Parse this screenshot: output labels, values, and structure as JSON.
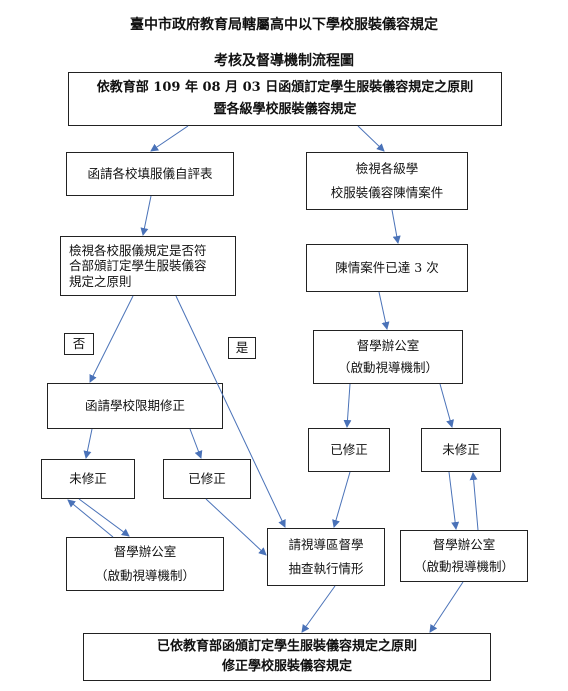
{
  "title_line1": "臺中市政府教育局轄屬高中以下學校服裝儀容規定",
  "title_line2": "考核及督導機制流程圖",
  "top_box": {
    "line1": "依教育部 109 年 08 月 03 日函頒訂定學生服裝儀容規定之原則",
    "line2": "暨各級學校服裝儀容規定"
  },
  "left_branch": {
    "self_eval": "函請各校填服儀自評表",
    "review": {
      "line1": "檢視各校服儀規定是否符",
      "line2": "合部頒訂定學生服裝儀容",
      "line3": "規定之原則"
    },
    "no_label": "否",
    "yes_label": "是",
    "deadline_fix": "函請學校限期修正",
    "not_fixed": "未修正",
    "fixed": "已修正",
    "supervisor_office": {
      "line1": "督學辦公室",
      "line2": "（啟動視導機制）"
    }
  },
  "right_branch": {
    "review_petitions": {
      "line1": "檢視各級學",
      "line2": "校服裝儀容陳情案件"
    },
    "petitions_three": "陳情案件已達 3 次",
    "supervisor_office": {
      "line1": "督學辦公室",
      "line2": "（啟動視導機制）"
    },
    "fixed": "已修正",
    "not_fixed": "未修正",
    "supervisor_office_bottom": {
      "line1": "督學辦公室",
      "line2": "（啟動視導機制）"
    }
  },
  "district_check": {
    "line1": "請視導區督學",
    "line2": "抽查執行情形"
  },
  "final_box": {
    "line1": "已依教育部函頒訂定學生服裝儀容規定之原則",
    "line2": "修正學校服裝儀容規定"
  }
}
